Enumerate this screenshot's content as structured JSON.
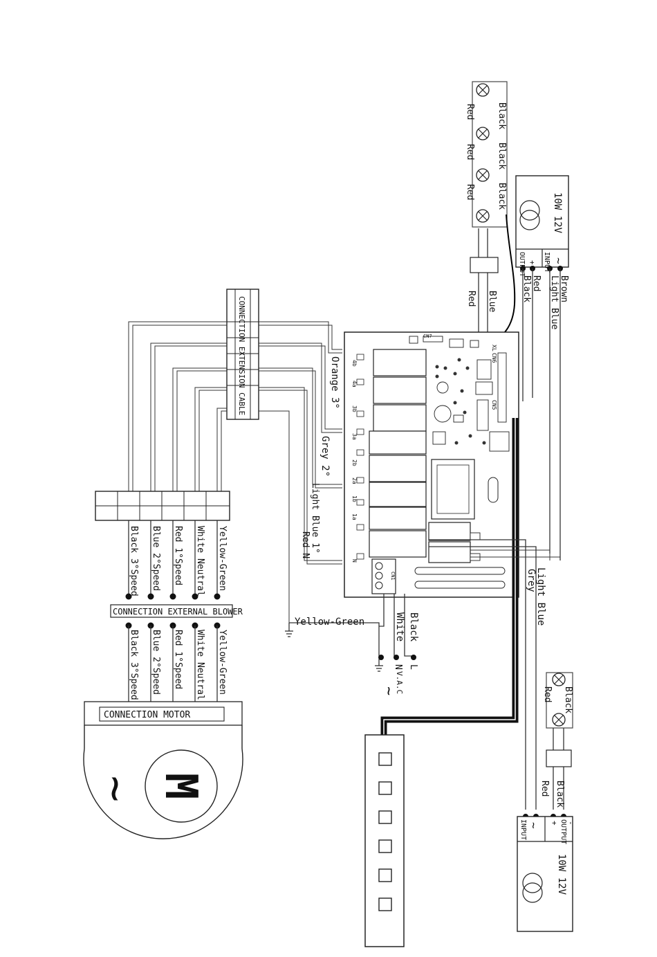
{
  "diagram": {
    "extension_cable": "CONNECTION EXTENSION CABLE",
    "external_blower": "CONNECTION EXTERNAL BLOWER",
    "motor_connection": "CONNECTION MOTOR",
    "motor_symbol": "M",
    "ac_symbol": "~",
    "blower_wires_top": [
      "Black 3°Speed",
      "Blue 2°Speed",
      "Red 1°Speed",
      "White Neutral",
      "Yellow-Green"
    ],
    "blower_wires_bottom": [
      "Black 3°Speed",
      "Blue 2°Speed",
      "Red 1°Speed",
      "White Neutral",
      "Yellow-Green"
    ],
    "board_wires": [
      "Orange 3°",
      "Grey 2°",
      "Light Blue 1°",
      "Red N"
    ],
    "yellow_green": "Yellow-Green",
    "mains_wires": [
      "Black",
      "White"
    ],
    "mains_terminals": [
      "L",
      "N",
      "V.A.C"
    ],
    "lamp_colors_top": [
      "Black",
      "Black",
      "Black",
      "Red",
      "Red",
      "Red"
    ],
    "lamp_feed_top": [
      "Red",
      "Blue"
    ],
    "transformer_top": {
      "rating": "10W 12V",
      "output": "OUTPUT",
      "input": "INPUT",
      "plus": "+",
      "wires": [
        "Black",
        "Red",
        "Light Blue",
        "Brown"
      ]
    },
    "lower_feed": [
      "Grey",
      "Light Blue"
    ],
    "lamp_colors_bottom": [
      "Black",
      "Red"
    ],
    "transformer_bottom": {
      "rating": "10W 12V",
      "output": "OUTPUT",
      "input": "INPUT",
      "plus": "+",
      "minus": "-",
      "wires": [
        "Red",
        "Black"
      ]
    },
    "board_labels": {
      "cn7": "CN7",
      "cn6": "CN6",
      "cn5": "CN5",
      "xl": "XL",
      "cn1": "CN1",
      "relays": [
        "4b",
        "4a",
        "3b",
        "3a",
        "2b",
        "2a",
        "1b",
        "1a",
        "N"
      ]
    }
  }
}
